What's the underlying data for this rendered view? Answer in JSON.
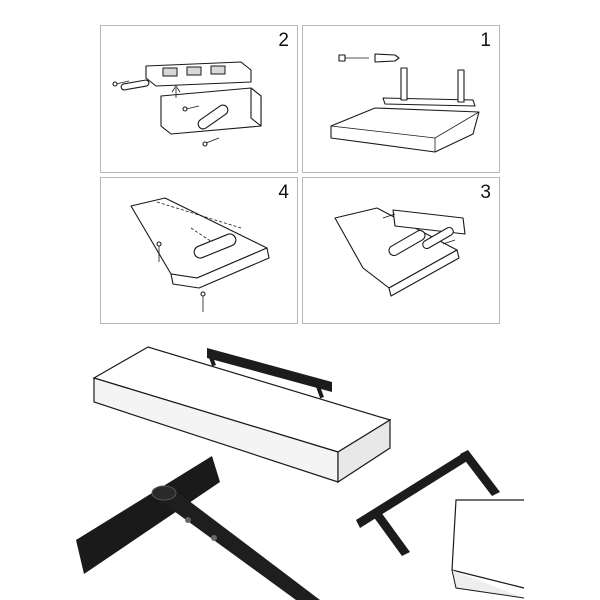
{
  "steps": [
    {
      "id": "p2",
      "number": "2"
    },
    {
      "id": "p1",
      "number": "1"
    },
    {
      "id": "p4",
      "number": "4"
    },
    {
      "id": "p3",
      "number": "3"
    }
  ],
  "colors": {
    "panel_border": "#b8b8b8",
    "line": "#1a1a1a",
    "bracket": "#1c1c1c",
    "shelf_fill": "#ffffff",
    "shadow": "#cfcfcf"
  },
  "icons": {
    "step1": [
      "screw-icon",
      "wall-anchor-icon",
      "bracket-icon",
      "shelf-board-icon"
    ],
    "step2": [
      "spirit-level-icon",
      "bracket-icon",
      "screw-icon",
      "wall-anchor-icon",
      "arrow-up-icon"
    ],
    "step3": [
      "shelf-board-icon",
      "bracket-icon",
      "rod-icon"
    ],
    "step4": [
      "shelf-board-icon",
      "screw-icon",
      "rod-icon"
    ],
    "photo": [
      "shelf-board-icon",
      "bracket-icon",
      "rod-closeup-icon"
    ]
  }
}
